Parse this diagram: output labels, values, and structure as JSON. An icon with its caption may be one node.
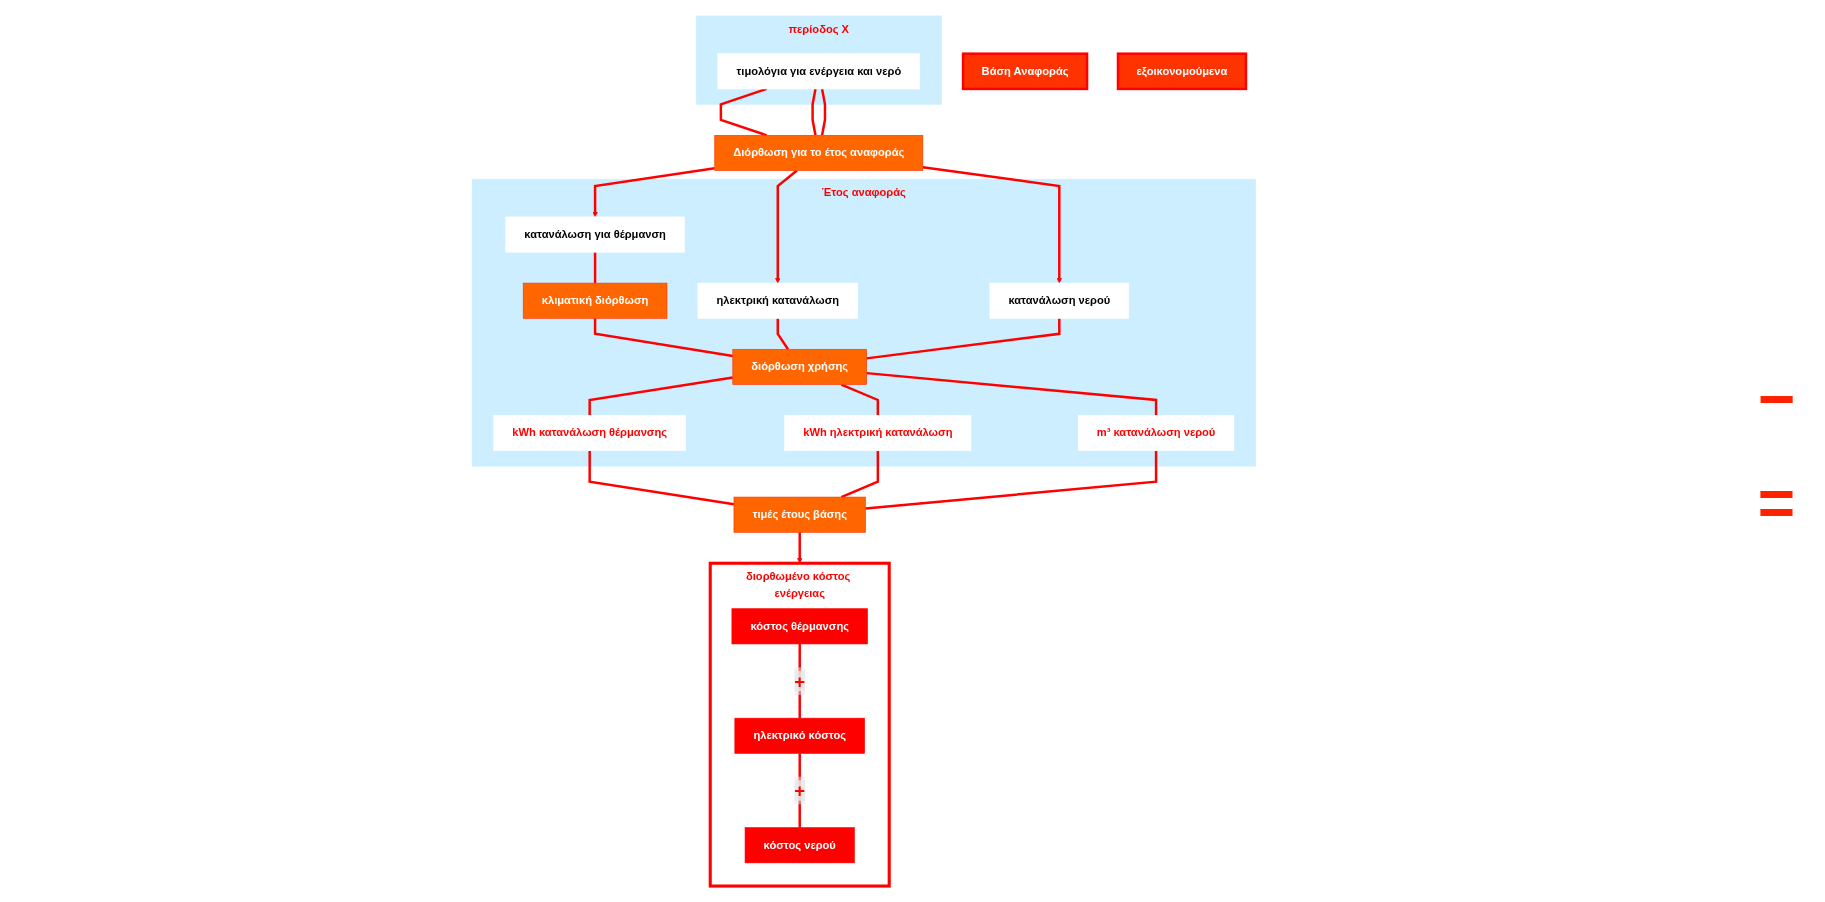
{
  "diagram": {
    "nodes": [
      {
        "text": [
          "περίοδος X"
        ]
      },
      {
        "text": [
          "τιμολόγια για ενέργεια και νερό"
        ],
        "in": 0
      },
      {
        "text": [
          "Διόρθωση για το έτος αναφοράς"
        ]
      },
      {
        "text": [
          "Έτος αναφοράς"
        ]
      },
      {
        "text": [
          "κατανάλωση για θέρμανση"
        ],
        "in": 3
      },
      {
        "text": [
          "ηλεκτρική κατανάλωση"
        ],
        "in": 3
      },
      {
        "text": [
          "κατανάλωση νερού"
        ],
        "in": 3
      },
      {
        "text": [
          "κλιματική διόρθωση"
        ],
        "in": 3
      },
      {
        "text": [
          "διόρθωση χρήσης"
        ],
        "in": 3
      },
      {
        "text": [
          "kWh κατανάλωση θέρμανσης"
        ],
        "in": 3
      },
      {
        "text": [
          "kWh ηλεκτρική κατανάλωση"
        ],
        "in": 3
      },
      {
        "text": [
          "m³ κατανάλωση νερού"
        ],
        "in": 3
      },
      {
        "text": [
          "Βάση Αναφοράς"
        ]
      },
      {
        "text": [
          "διορθωμένο κόστος ενέργειας"
        ]
      },
      {
        "text": [
          "κόστος θέρμανσης"
        ],
        "in": 13
      },
      {
        "text": [
          "ηλεκτρικό κόστος"
        ],
        "in": 13
      },
      {
        "text": [
          "κόστος νερού"
        ],
        "in": 13
      },
      {
        "text": [
          "εξοικονομούμενα"
        ]
      },
      {
        "text": [
          "τιμές έτους βάσης"
        ]
      }
    ],
    "edges": [
      {
        "from": 1,
        "to": 2,
        "arrow": "none"
      },
      {
        "from": 1,
        "to": 2,
        "arrow": "none"
      },
      {
        "from": 1,
        "to": 2,
        "arrow": "none"
      },
      {
        "from": 2,
        "to": 4,
        "arrow": "to"
      },
      {
        "from": 2,
        "to": 5,
        "arrow": "to"
      },
      {
        "from": 2,
        "to": 6,
        "arrow": "to"
      },
      {
        "from": 4,
        "to": 7,
        "arrow": "none"
      },
      {
        "from": 7,
        "to": 8,
        "arrow": "none"
      },
      {
        "from": 5,
        "to": 8,
        "arrow": "none"
      },
      {
        "from": 6,
        "to": 8,
        "arrow": "none"
      },
      {
        "from": 8,
        "to": 9,
        "arrow": "none"
      },
      {
        "from": 8,
        "to": 10,
        "arrow": "none"
      },
      {
        "from": 8,
        "to": 11,
        "arrow": "none"
      },
      {
        "from": 9,
        "to": 18,
        "arrow": "none"
      },
      {
        "from": 10,
        "to": 18,
        "arrow": "none"
      },
      {
        "from": 11,
        "to": 18,
        "arrow": "none"
      },
      {
        "from": 18,
        "to": 13,
        "arrow": "to"
      },
      {
        "from": 14,
        "to": 15,
        "label": "+",
        "arrow": "none"
      },
      {
        "from": 15,
        "to": 16,
        "label": "+",
        "arrow": "none"
      }
    ],
    "labels": [
      "−",
      "="
    ]
  }
}
